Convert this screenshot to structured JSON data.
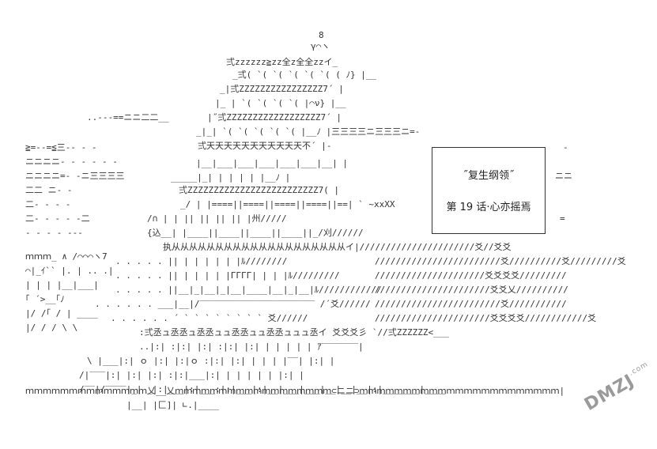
{
  "title_box": {
    "line1": "˝复生纲领˝",
    "line2": "第 19 话·心亦摇焉"
  },
  "watermark": {
    "text": "DMZJ",
    "sub": ".com"
  },
  "colors": {
    "ink": "#333333",
    "background": "#ffffff",
    "watermark": "#9a9a9a"
  }
}
